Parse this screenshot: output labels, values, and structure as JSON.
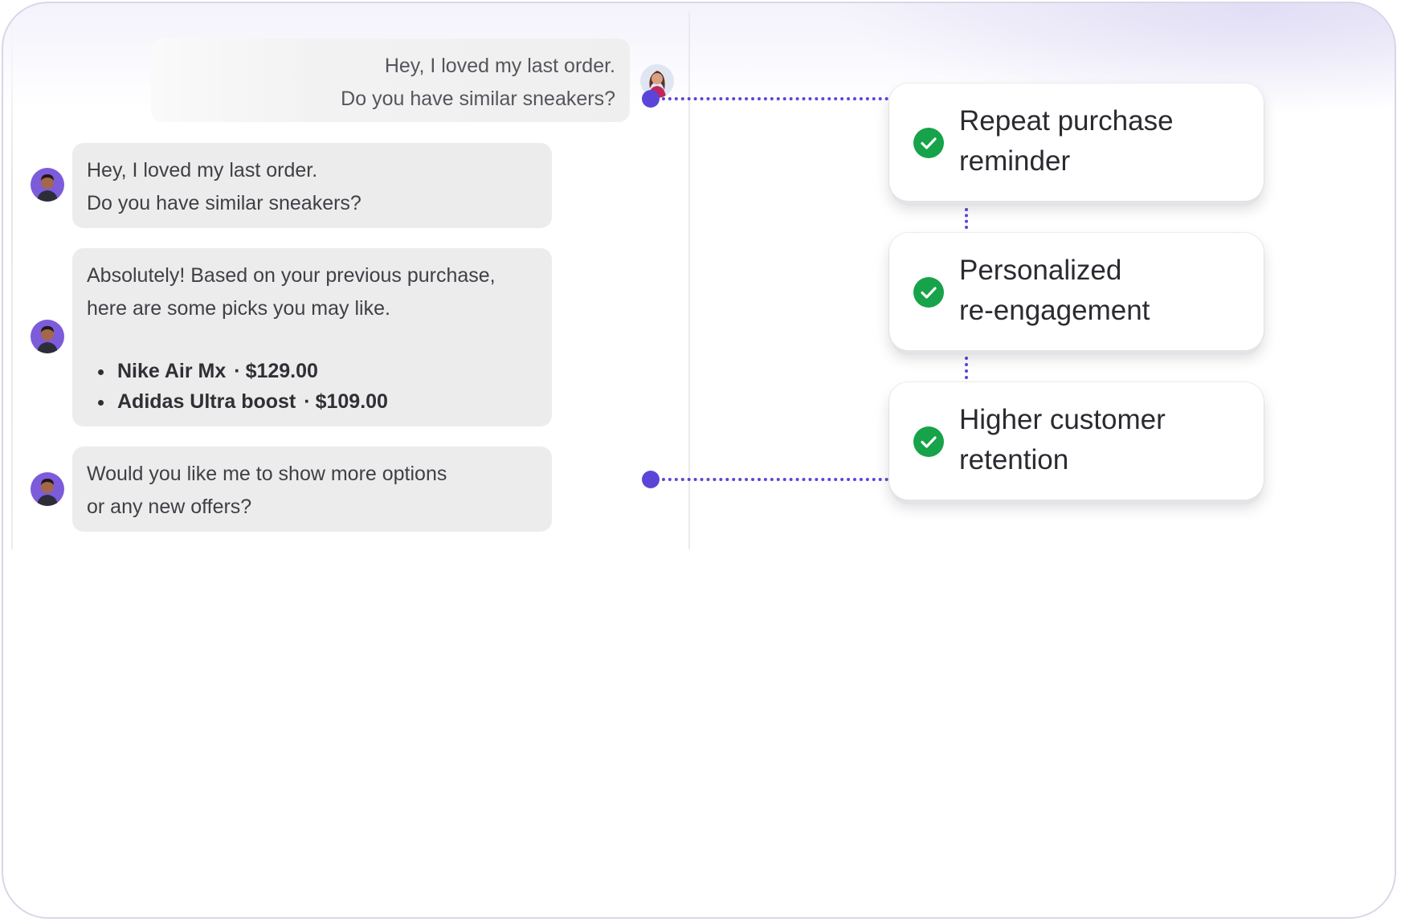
{
  "conversation": {
    "customer_message": {
      "lines": [
        "Hey, I loved my last order.",
        "Do you have similar sneakers?"
      ]
    },
    "messages": [
      {
        "lines": [
          "Hey, I loved my last order.",
          "Do you have similar sneakers?"
        ]
      },
      {
        "lines": [
          "Absolutely! Based on your previous purchase,",
          "here are some picks you may like."
        ],
        "products": [
          {
            "name": "Nike Air Mx",
            "price": "$129.00"
          },
          {
            "name": "Adidas Ultra boost",
            "price": "$109.00"
          }
        ],
        "separator": "·"
      },
      {
        "lines": [
          "Would you like me to show more options",
          "or any new offers?"
        ]
      }
    ]
  },
  "features": [
    {
      "lines": [
        "Repeat purchase",
        "reminder"
      ],
      "icon": "check-circle-icon"
    },
    {
      "lines": [
        "Personalized",
        "re-engagement"
      ],
      "icon": "check-circle-icon"
    },
    {
      "lines": [
        "Higher customer",
        "retention"
      ],
      "icon": "check-circle-icon"
    }
  ],
  "colors": {
    "accent": "#5b45d9",
    "check": "#16a34a",
    "bubble": "#ececec",
    "frame_border": "#d9d6e8"
  }
}
